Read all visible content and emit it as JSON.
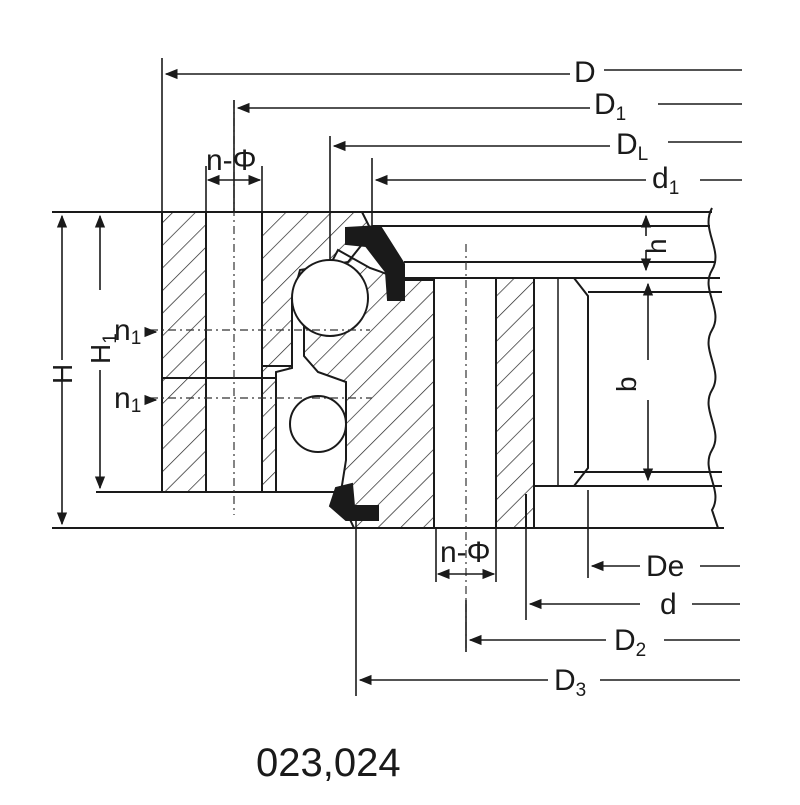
{
  "diagram": {
    "caption": "023,024",
    "dimensions": {
      "D": {
        "main": "D",
        "sub": ""
      },
      "D1": {
        "main": "D",
        "sub": "1"
      },
      "DL": {
        "main": "D",
        "sub": "L"
      },
      "d1": {
        "main": "d",
        "sub": "1"
      },
      "De": {
        "main": "De",
        "sub": ""
      },
      "d": {
        "main": "d",
        "sub": ""
      },
      "D2": {
        "main": "D",
        "sub": "2"
      },
      "D3": {
        "main": "D",
        "sub": "3"
      }
    },
    "hole_upper": "n-Φ",
    "hole_lower": "n-Φ",
    "H": {
      "main": "H",
      "sub": ""
    },
    "H1": {
      "main": "H",
      "sub": "1"
    },
    "n1_upper": {
      "main": "n",
      "sub": "1"
    },
    "n1_lower": {
      "main": "n",
      "sub": "1"
    },
    "h": "h",
    "b": "b"
  }
}
